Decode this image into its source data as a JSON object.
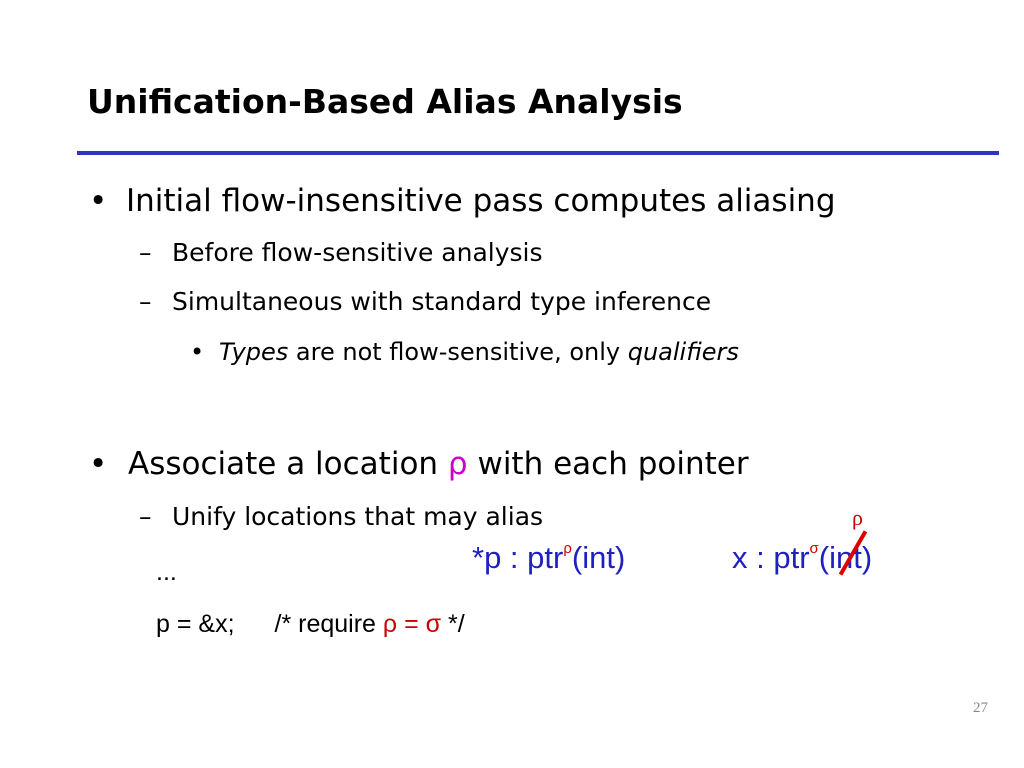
{
  "slide": {
    "title": "Unification-Based Alias Analysis",
    "bullet_char": "•",
    "dash_char": "–",
    "bullets": [
      {
        "text": "Initial flow-insensitive pass computes aliasing",
        "subs": [
          {
            "text": "Before flow-sensitive analysis"
          },
          {
            "text": "Simultaneous with standard type inference"
          }
        ],
        "subsub": {
          "italic1": "Types",
          "mid": " are not flow-sensitive, only ",
          "italic2": "qualifiers"
        }
      },
      {
        "text_before": "Associate a location ",
        "symbol": "ρ",
        "text_after": " with each pointer",
        "subs": [
          {
            "text": "Unify locations that may alias"
          }
        ]
      }
    ],
    "code": {
      "line1": "...",
      "line2_prefix": "p = &x;",
      "line2_comment_start": "/* require ",
      "line2_rho": "ρ",
      "line2_eq": " = ",
      "line2_sigma": "σ",
      "line2_comment_end": " */"
    },
    "types": {
      "p_type_prefix": "*p : ptr",
      "p_sup": "ρ",
      "p_type_suffix": "(int)",
      "x_type_prefix": "x : ptr",
      "x_sup": "σ",
      "x_type_suffix": "(int)",
      "x_replacement": "ρ"
    },
    "page_number": "27"
  },
  "colors": {
    "rule": "#2e35c4",
    "greek": "#cc0000",
    "blue_text": "#2020c0",
    "strike": "#dd0000"
  }
}
